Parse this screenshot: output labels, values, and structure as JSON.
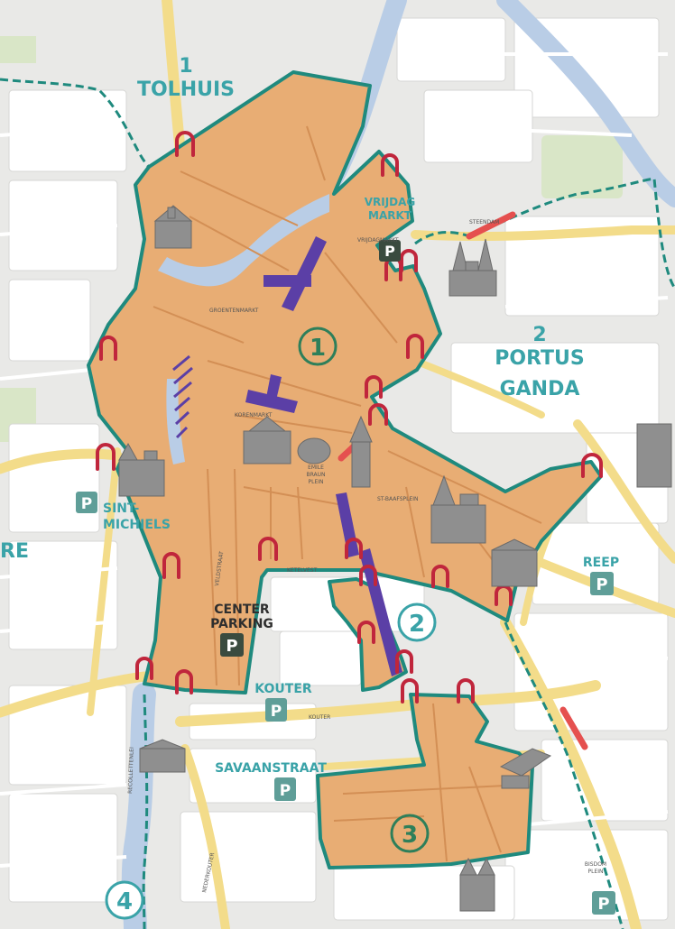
{
  "colors": {
    "background": "#e9e9e7",
    "block": "#ffffff",
    "road": "#f3dc8a",
    "water": "#b9cde6",
    "park": "#d9e6c7",
    "zone_fill": "#e8ad74",
    "zone_border": "#1f8a7e",
    "pedestrian": "#5b3fa6",
    "gate": "#c0263c",
    "label_teal": "#3aa3a8",
    "zone_number": "#2e7f5a",
    "parking": "#5f9e98"
  },
  "districts": {
    "tolhuis_num": "1",
    "tolhuis": "TOLHUIS",
    "portus_num": "2",
    "portus_line1": "PORTUS",
    "portus_line2": "GANDA",
    "re_partial": "RE",
    "bottom_num": "4"
  },
  "parkings": {
    "sint_michiels_line1": "SINT-",
    "sint_michiels_line2": "MICHIELS",
    "reep": "REEP",
    "center_line1": "CENTER",
    "center_line2": "PARKING",
    "kouter": "KOUTER",
    "savaanstraat": "SAVAANSTRAAT",
    "icon_letter": "P"
  },
  "zones": {
    "zone1": "1",
    "zone2": "2",
    "zone3": "3"
  },
  "places": {
    "vrijdagmarkt_line1": "VRIJDAG",
    "vrijdagmarkt_line2": "MARKT"
  },
  "streets": {
    "vrijdagmarkt": "VRIJDAGMARKT",
    "korenmarkt": "KORENMARKT",
    "groentenmarkt": "GROENTENMARKT",
    "veldstraat": "VELDSTRAAT",
    "stbaafsplein": "ST-BAAFSPLEIN",
    "emile_braun_line1": "EMILE",
    "emile_braun_line2": "BRAUN",
    "emile_braun_line3": "PLEIN",
    "kouter_street": "KOUTER",
    "ketelvest": "KETELVEST",
    "recollettenlei": "RECOLLETTENLEI",
    "nederkouter": "NEDERKOUTER",
    "steendam": "STEENDAM",
    "bisdomplein_line1": "BISDOM",
    "bisdomplein_line2": "PLEIN"
  }
}
